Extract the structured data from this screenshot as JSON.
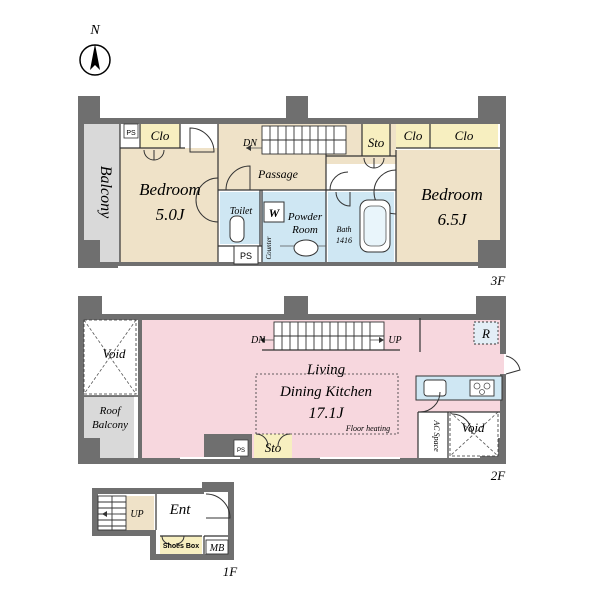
{
  "compass": {
    "label": "N"
  },
  "floor_3f": {
    "floor_label": "3F",
    "balcony": "Balcony",
    "bedroom_left": {
      "name": "Bedroom",
      "size": "5.0J"
    },
    "bedroom_right": {
      "name": "Bedroom",
      "size": "6.5J"
    },
    "passage": "Passage",
    "dn": "DN",
    "toilet": "Toilet",
    "washer": "W",
    "powder_room": {
      "line1": "Powder",
      "line2": "Room"
    },
    "bath": {
      "line1": "Bath",
      "line2": "1416"
    },
    "counter": "Counter",
    "storage": "Sto",
    "closets": [
      "Clo",
      "Clo",
      "Clo"
    ],
    "ps": [
      "PS",
      "PS"
    ]
  },
  "floor_2f": {
    "floor_label": "2F",
    "ldk": {
      "line1": "Living",
      "line2": "Dining Kitchen",
      "size": "17.1J",
      "note": "Floor heating"
    },
    "dn": "DN",
    "up": "UP",
    "void_left": "Void",
    "void_right": "Void",
    "roof_balcony": {
      "line1": "Roof",
      "line2": "Balcony"
    },
    "refrigerator": "R",
    "ac_space": "AC Space",
    "storage": "Sto",
    "ps": "PS"
  },
  "floor_1f": {
    "floor_label": "1F",
    "entrance": "Ent",
    "up": "UP",
    "shoes_box": "Shoes Box",
    "mb": "MB"
  },
  "colors": {
    "wall": "#6f6f6f",
    "ldk_fill": "#f7d7de",
    "wet_fill": "#cfe7f3",
    "storage_fill": "#f7efc0",
    "room_fill": "#efe2c8",
    "balcony_fill": "#d9d9d9",
    "stair_1f_fill": "#efe2c8"
  }
}
